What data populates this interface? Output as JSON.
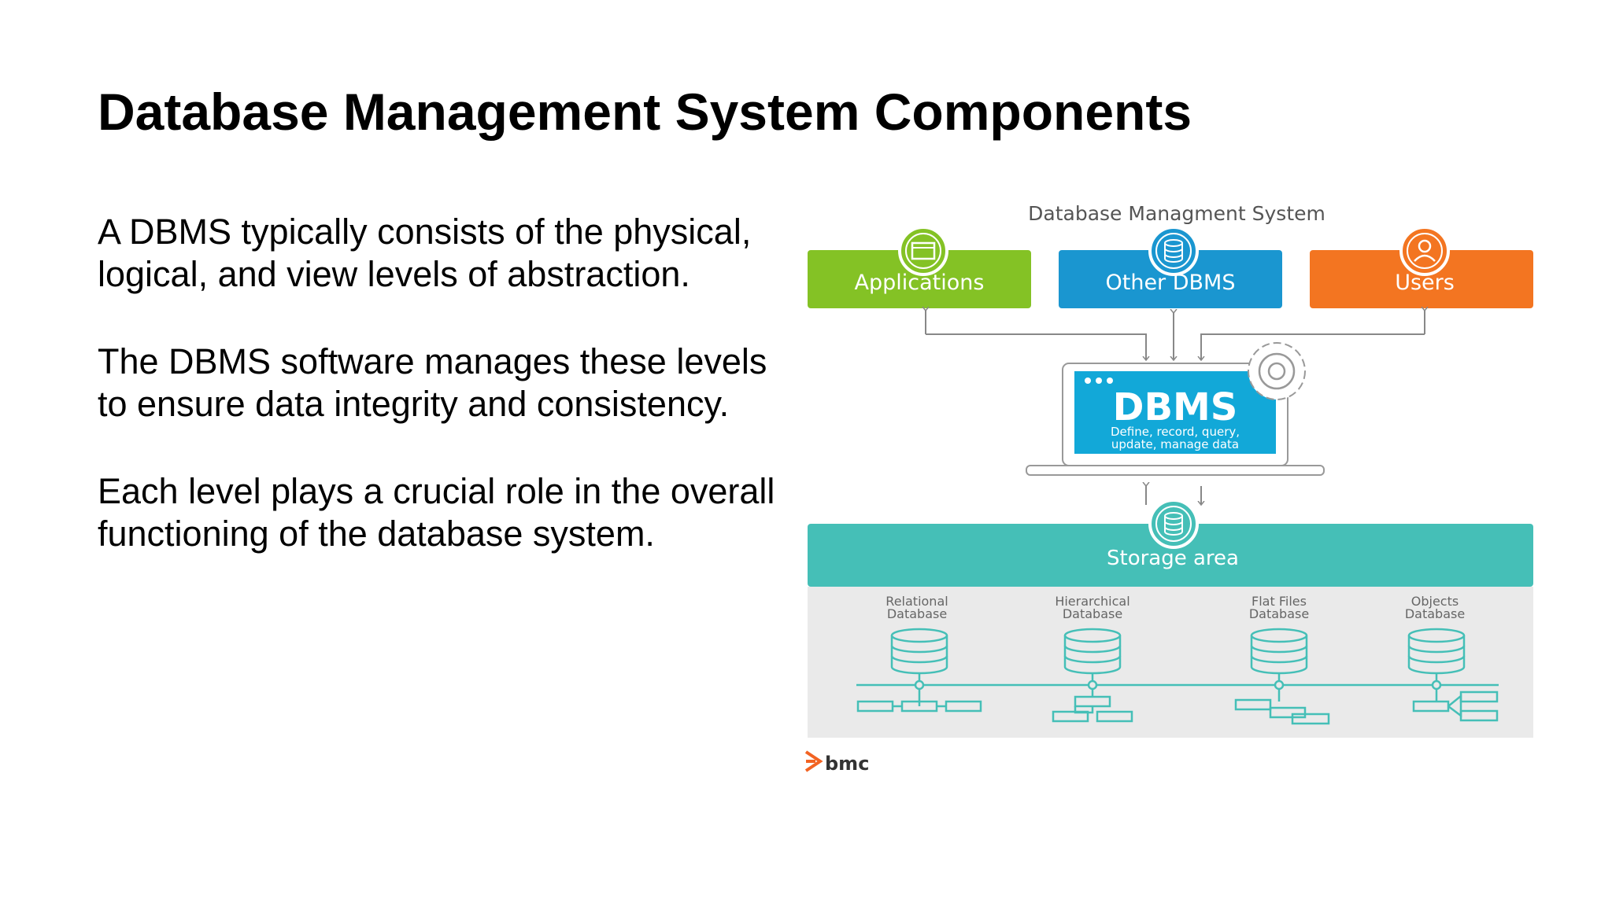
{
  "slide": {
    "title": "Database Management System Components",
    "paragraphs": [
      {
        "line1": "A DBMS typically consists of the physical,",
        "line2": "logical, and view levels of abstraction."
      },
      {
        "line1": "The DBMS software manages these levels",
        "line2": "to ensure data integrity and consistency."
      },
      {
        "line1": "Each level plays a crucial role in the overall",
        "line2": "functioning of the database system."
      }
    ]
  },
  "diagram": {
    "heading": "Database Managment System",
    "top_boxes": [
      {
        "label": "Applications",
        "icon": "application-window-icon",
        "color": "#84c225"
      },
      {
        "label": "Other DBMS",
        "icon": "database-icon",
        "color": "#1a96d0"
      },
      {
        "label": "Users",
        "icon": "user-icon",
        "color": "#f37521"
      }
    ],
    "dbms": {
      "label": "DBMS",
      "line1": "Define, record, query,",
      "line2": "update, manage data",
      "color": "#12a8d8",
      "gear": "gear-icon"
    },
    "storage": {
      "label": "Storage area",
      "color": "#45bfb7"
    },
    "databases": [
      {
        "line1": "Relational",
        "line2": "Database"
      },
      {
        "line1": "Hierarchical",
        "line2": "Database"
      },
      {
        "line1": "Flat Files",
        "line2": "Database"
      },
      {
        "line1": "Objects",
        "line2": "Database"
      }
    ],
    "logo": {
      "text": "bmc",
      "color": "#f26322"
    }
  }
}
